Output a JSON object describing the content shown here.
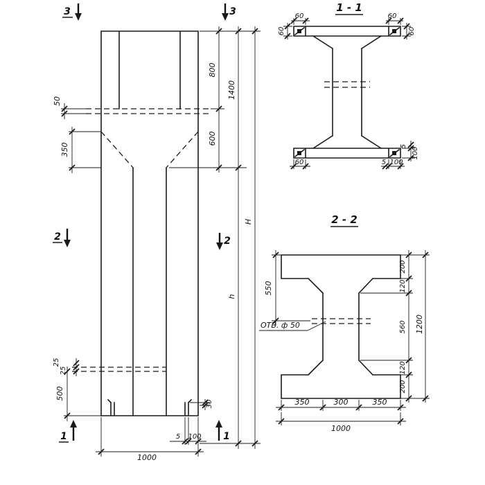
{
  "colors": {
    "ink": "#1a1a1a",
    "paper": "#ffffff"
  },
  "elevation": {
    "markers": {
      "top_left": "3",
      "top_right": "3",
      "mid_left": "2",
      "mid_right": "2",
      "bottom_left": "1",
      "bottom_right": "1"
    },
    "dims": {
      "ledge_offset": "50",
      "taper_height": "350",
      "head_upper": "800",
      "head_lower": "600",
      "head_total": "1400",
      "shaft_height": "h",
      "total_height": "H",
      "gap_upper": "25",
      "gap_lower": "25",
      "base_height": "500",
      "foot_height": "30",
      "foot_gap": "5",
      "foot_width": "100",
      "column_width": "1000"
    }
  },
  "section_1_1": {
    "title": "1 - 1",
    "dims": {
      "plate_top_left": "60",
      "plate_top_right": "60",
      "flange_left": "60",
      "flange_right": "60",
      "plate_bottom_left": "60",
      "bottom_gap": "5",
      "bottom_plate": "100",
      "right_gap": "5",
      "right_plate": "100"
    }
  },
  "section_2_2": {
    "title": "2 - 2",
    "hole_label": "ОТВ. ф 50",
    "dims": {
      "hole_offset": "550",
      "top_flange": "200",
      "top_haunch": "120",
      "web_height": "560",
      "bottom_haunch": "120",
      "bottom_flange": "200",
      "total_height": "1200",
      "bottom_left": "350",
      "bottom_middle": "300",
      "bottom_right": "350",
      "total_width": "1000"
    }
  }
}
